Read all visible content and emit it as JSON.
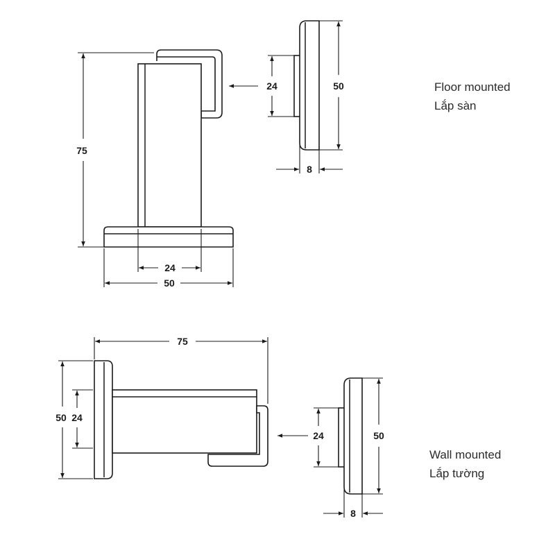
{
  "floor": {
    "label_en": "Floor mounted",
    "label_vi": "Lắp sàn",
    "dims": {
      "height": "75",
      "post_width": "24",
      "base_width": "50",
      "side_inner": "24",
      "side_outer": "50",
      "side_depth": "8"
    }
  },
  "wall": {
    "label_en": "Wall mounted",
    "label_vi": "Lắp tường",
    "dims": {
      "length": "75",
      "plate_outer": "50",
      "plate_inner": "24",
      "side_inner": "24",
      "side_outer": "50",
      "side_depth": "8"
    }
  }
}
